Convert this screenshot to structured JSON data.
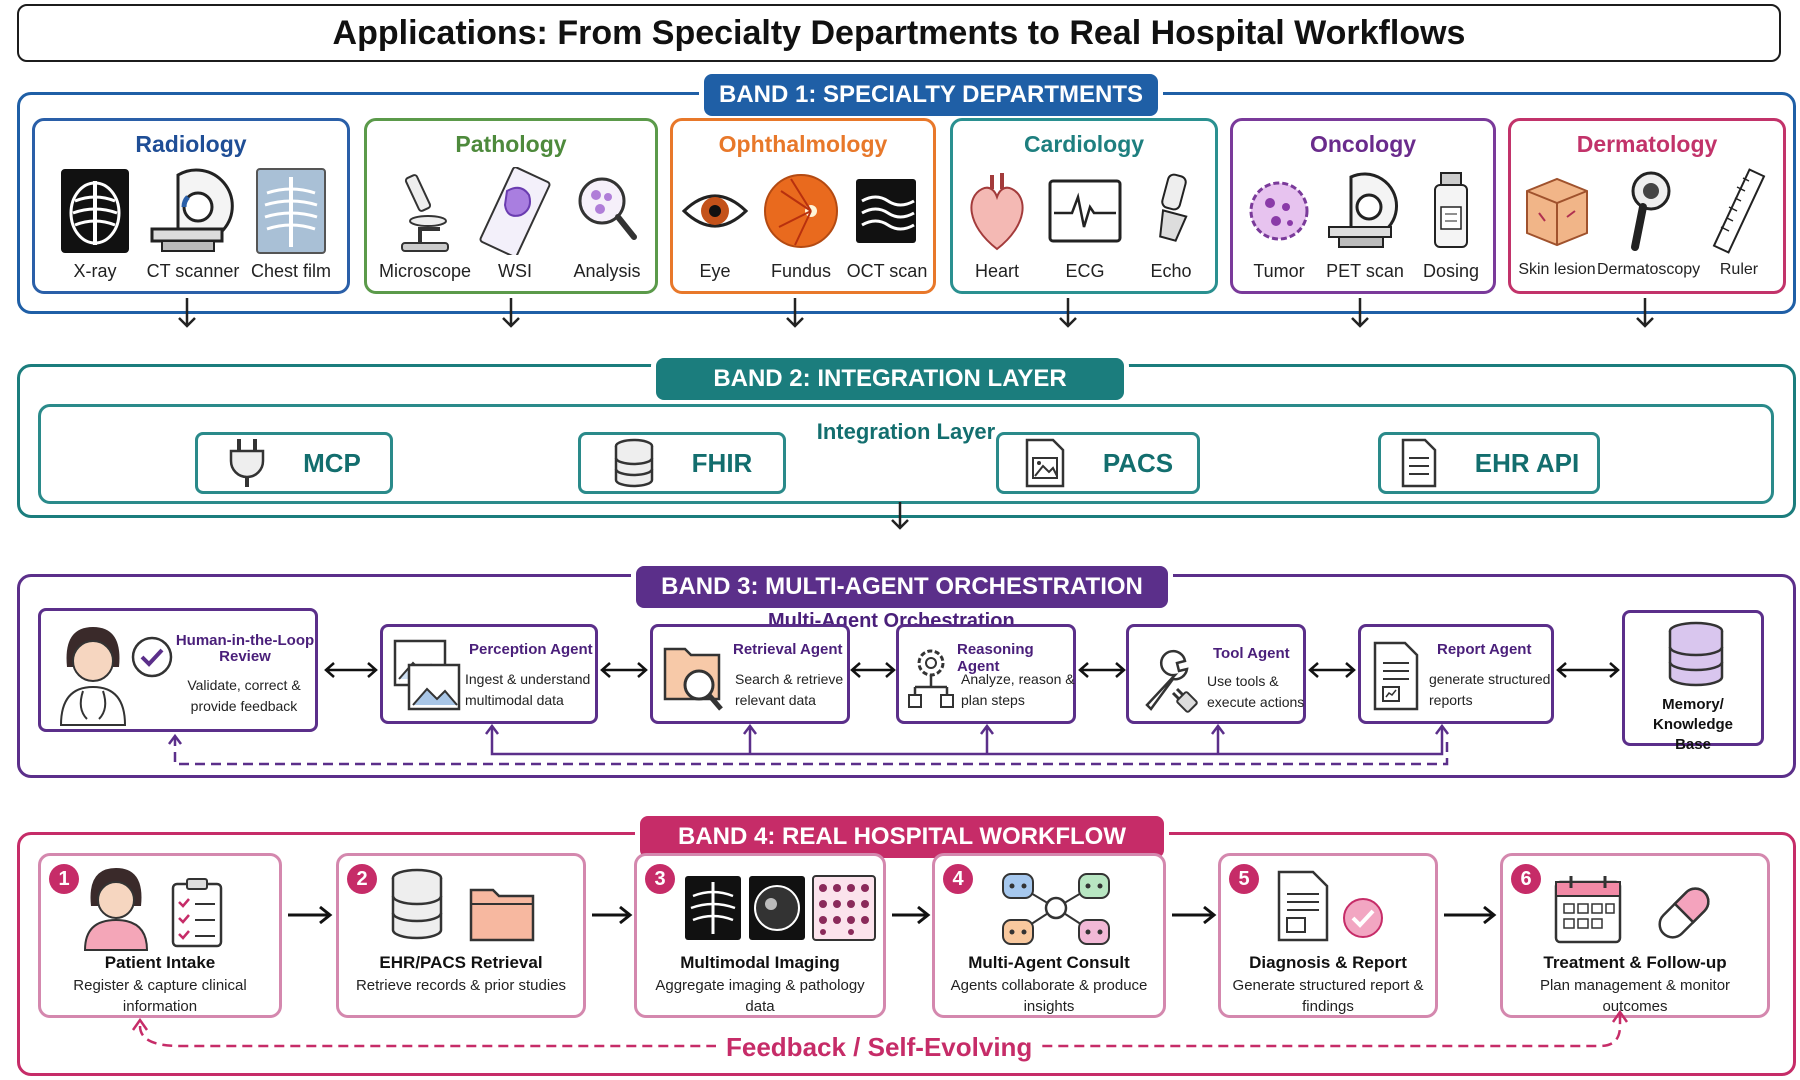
{
  "title": "Applications: From Specialty Departments to Real Hospital Workflows",
  "band1": {
    "label": "BAND 1: SPECIALTY DEPARTMENTS",
    "departments": [
      {
        "name": "Radiology",
        "items": [
          "X-ray",
          "CT scanner",
          "Chest film"
        ]
      },
      {
        "name": "Pathology",
        "items": [
          "Microscope",
          "WSI",
          "Analysis"
        ]
      },
      {
        "name": "Ophthalmology",
        "items": [
          "Eye",
          "Fundus",
          "OCT scan"
        ]
      },
      {
        "name": "Cardiology",
        "items": [
          "Heart",
          "ECG",
          "Echo"
        ]
      },
      {
        "name": "Oncology",
        "items": [
          "Tumor",
          "PET scan",
          "Dosing"
        ]
      },
      {
        "name": "Dermatology",
        "items": [
          "Skin lesion",
          "Dermatoscopy",
          "Ruler"
        ]
      }
    ]
  },
  "band2": {
    "label": "BAND 2: INTEGRATION LAYER",
    "inner_title": "Integration Layer",
    "items": [
      "MCP",
      "FHIR",
      "PACS",
      "EHR API"
    ]
  },
  "band3": {
    "label": "BAND 3: MULTI-AGENT ORCHESTRATION",
    "orchestration_label": "Multi-Agent Orchestration",
    "human": {
      "name": "Human-in-the-Loop Review",
      "desc": "Validate, correct & provide feedback"
    },
    "agents": [
      {
        "name": "Perception Agent",
        "desc": "Ingest & understand multimodal data"
      },
      {
        "name": "Retrieval Agent",
        "desc": "Search & retrieve relevant data"
      },
      {
        "name": "Reasoning Agent",
        "desc": "Analyze, reason & plan steps"
      },
      {
        "name": "Tool Agent",
        "desc": "Use tools & execute actions"
      },
      {
        "name": "Report Agent",
        "desc": "generate structured reports"
      }
    ],
    "memory": "Memory/ Knowledge Base"
  },
  "band4": {
    "label": "BAND 4: REAL HOSPITAL WORKFLOW",
    "steps": [
      {
        "num": "1",
        "title": "Patient Intake",
        "desc": "Register & capture clinical information"
      },
      {
        "num": "2",
        "title": "EHR/PACS Retrieval",
        "desc": "Retrieve records & prior studies"
      },
      {
        "num": "3",
        "title": "Multimodal Imaging",
        "desc": "Aggregate imaging & pathology data"
      },
      {
        "num": "4",
        "title": "Multi-Agent Consult",
        "desc": "Agents collaborate & produce insights"
      },
      {
        "num": "5",
        "title": "Diagnosis & Report",
        "desc": "Generate structured report & findings"
      },
      {
        "num": "6",
        "title": "Treatment & Follow-up",
        "desc": "Plan management & monitor outcomes"
      }
    ],
    "feedback_label": "Feedback / Self-Evolving"
  },
  "colors": {
    "band1": "#1f5fa6",
    "band2": "#1b7d7d",
    "band3": "#5b2f8a",
    "band4": "#c62c68",
    "radiology": "#1f4e96",
    "pathology": "#4e8a3c",
    "ophthalmology": "#e8782a",
    "cardiology": "#1e7f7f",
    "oncology": "#6a2b8c",
    "dermatology": "#c2336a"
  }
}
